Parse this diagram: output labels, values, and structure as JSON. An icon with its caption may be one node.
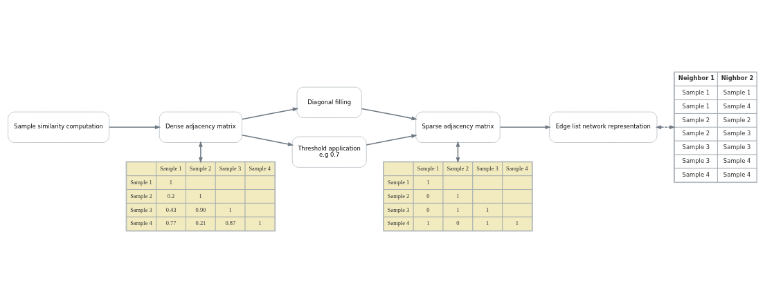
{
  "diagram": {
    "nodes": [
      {
        "text": [
          "Diagonal filling"
        ]
      },
      {
        "text": [
          "Sample similarity computation"
        ]
      },
      {
        "text": [
          "Dense adjacency matrix"
        ]
      },
      {
        "text": [
          "Threshold application",
          "e.g 0.7"
        ]
      },
      {
        "text": [
          "Sparse adjacency matrix"
        ]
      },
      {
        "text": [
          "Edge list network representation"
        ]
      },
      {
        "text": [
          "Neighbor 1",
          "Nighbor 2",
          "Sample 1",
          "Sample 1",
          "Sample 1",
          "Sample 4",
          "Sample 2",
          "Sample 2",
          "Sample 2",
          "Sample 3",
          "Sample 3",
          "Sample 3",
          "Sample 3",
          "Sample 4",
          "Sample 4",
          "Sample 4"
        ]
      },
      {
        "text": [
          "Sample 1",
          "Sample 2",
          "Sample 3",
          "Sample 4",
          "Sample 1",
          "1",
          "Sample 2",
          "0.2",
          "1",
          "Sample 3",
          "0.43",
          "0.90",
          "1",
          "Sample 4",
          "0.77",
          "0.21",
          "0.87",
          "1"
        ]
      },
      {
        "text": [
          "Sample 1",
          "Sample 2",
          "Sample 3",
          "Sample 4",
          "Sample 1",
          "1",
          "Sample 2",
          "0",
          "1",
          "Sample 3",
          "0",
          "1",
          "1",
          "Sample 4",
          "1",
          "0",
          "1",
          "1"
        ]
      }
    ],
    "edges": [
      {
        "from": 1,
        "to": 2,
        "arrow": "to"
      },
      {
        "from": 2,
        "to": 3,
        "arrow": "to"
      },
      {
        "from": 2,
        "to": 0,
        "arrow": "to"
      },
      {
        "from": 0,
        "to": 4,
        "arrow": "to"
      },
      {
        "from": 3,
        "to": 4,
        "arrow": "to"
      },
      {
        "from": 4,
        "to": 5,
        "arrow": "to"
      },
      {
        "from": 5,
        "to": 6,
        "arrow": "both",
        "style": "dashed"
      },
      {
        "from": 2,
        "to": 7,
        "arrow": "both"
      },
      {
        "from": 4,
        "to": 8,
        "arrow": "both"
      }
    ]
  }
}
